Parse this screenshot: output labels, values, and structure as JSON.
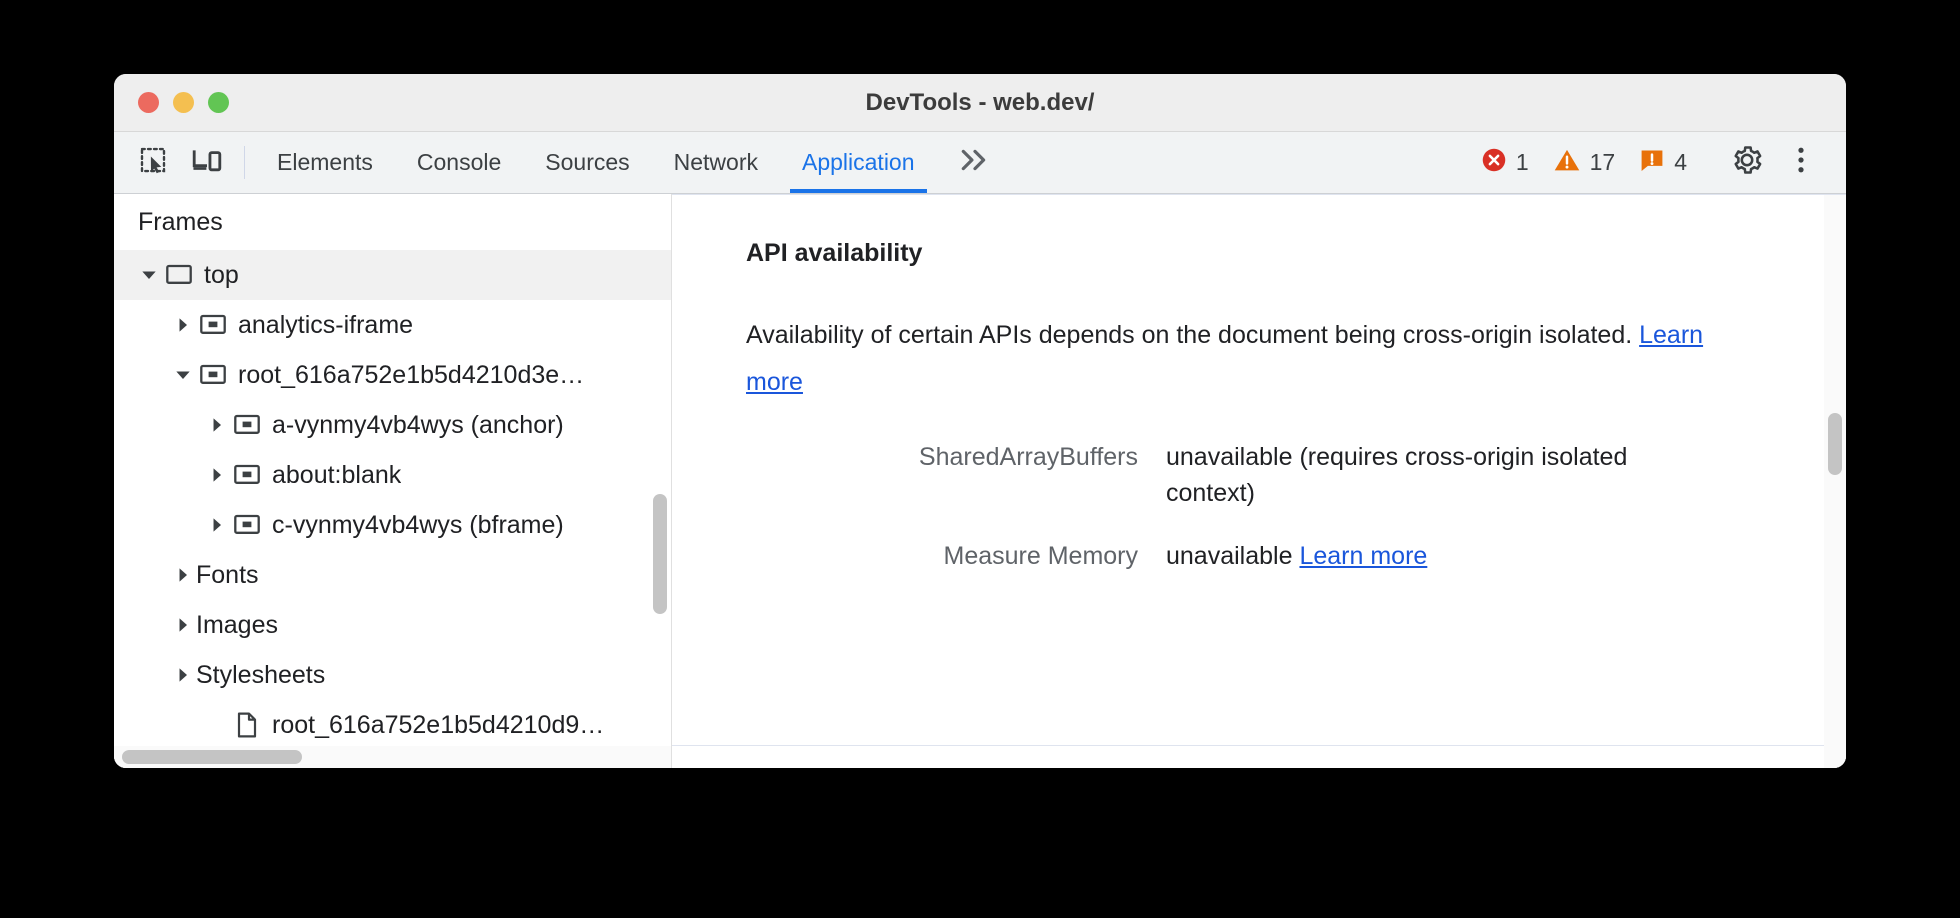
{
  "window": {
    "title": "DevTools - web.dev/",
    "traffic_lights": [
      "close",
      "minimize",
      "zoom"
    ]
  },
  "toolbar": {
    "inspect_icon": "inspect-element-icon",
    "device_icon": "device-toolbar-icon",
    "tabs": [
      {
        "label": "Elements",
        "active": false
      },
      {
        "label": "Console",
        "active": false
      },
      {
        "label": "Sources",
        "active": false
      },
      {
        "label": "Network",
        "active": false
      },
      {
        "label": "Application",
        "active": true
      }
    ],
    "overflow_label": "»",
    "counters": [
      {
        "name": "errors",
        "icon": "error-icon",
        "count": "1",
        "color": "#d93025"
      },
      {
        "name": "warnings",
        "icon": "warning-icon",
        "count": "17",
        "color": "#e8710a"
      },
      {
        "name": "issues",
        "icon": "issue-icon",
        "count": "4",
        "color": "#e8710a"
      }
    ],
    "settings_icon": "gear-icon",
    "more_icon": "kebab-menu-icon"
  },
  "sidebar": {
    "header": "Frames",
    "tree": [
      {
        "label": "top",
        "indent": 0,
        "twisty": "down",
        "icon": "frame-top-icon",
        "selected": true
      },
      {
        "label": "analytics-iframe",
        "indent": 1,
        "twisty": "right",
        "icon": "iframe-icon",
        "selected": false
      },
      {
        "label": "root_616a752e1b5d4210d3e…",
        "indent": 1,
        "twisty": "down",
        "icon": "iframe-icon",
        "selected": false
      },
      {
        "label": "a-vynmy4vb4wys (anchor)",
        "indent": 2,
        "twisty": "right",
        "icon": "iframe-icon",
        "selected": false
      },
      {
        "label": "about:blank",
        "indent": 2,
        "twisty": "right",
        "icon": "iframe-icon",
        "selected": false
      },
      {
        "label": "c-vynmy4vb4wys (bframe)",
        "indent": 2,
        "twisty": "right",
        "icon": "iframe-icon",
        "selected": false
      },
      {
        "label": "Fonts",
        "indent": 1,
        "twisty": "right",
        "icon": "none",
        "selected": false
      },
      {
        "label": "Images",
        "indent": 1,
        "twisty": "right",
        "icon": "none",
        "selected": false
      },
      {
        "label": "Stylesheets",
        "indent": 1,
        "twisty": "right",
        "icon": "none",
        "selected": false
      },
      {
        "label": "root_616a752e1b5d4210d9…",
        "indent": 2,
        "twisty": "none",
        "icon": "document-icon",
        "selected": false
      }
    ]
  },
  "main": {
    "section_title": "API availability",
    "description_before_link": "Availability of certain APIs depends on the document being cross-origin isolated. ",
    "description_link": "Learn more",
    "rows": [
      {
        "key": "SharedArrayBuffers",
        "value": "unavailable",
        "note": "(requires cross-origin isolated context)",
        "link": ""
      },
      {
        "key": "Measure Memory",
        "value": "unavailable",
        "note": "",
        "link": "Learn more"
      }
    ]
  },
  "colors": {
    "accent": "#1a73e8",
    "link": "#1a56db",
    "error": "#d93025",
    "warning": "#e8710a",
    "toolbar_bg": "#f1f3f4",
    "titlebar_bg": "#eeeeee"
  }
}
